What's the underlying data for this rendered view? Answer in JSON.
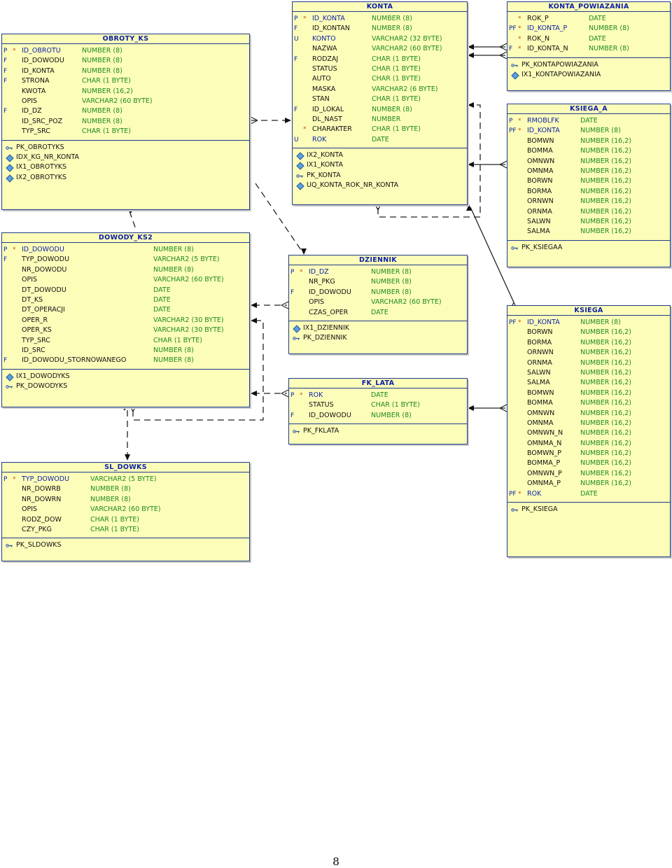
{
  "tables": [
    {
      "id": "obroty_ks",
      "title": "OBROTY_KS",
      "type_col": 114,
      "columns": [
        {
          "key": "P",
          "star": "*",
          "name": "ID_OBROTU",
          "type": "NUMBER (8)"
        },
        {
          "key": "F",
          "star": "",
          "name": "ID_DOWODU",
          "type": "NUMBER (8)"
        },
        {
          "key": "F",
          "star": "",
          "name": "ID_KONTA",
          "type": "NUMBER (8)"
        },
        {
          "key": "F",
          "star": "",
          "name": "STRONA",
          "type": "CHAR (1 BYTE)"
        },
        {
          "key": "",
          "star": "",
          "name": "KWOTA",
          "type": "NUMBER (16,2)"
        },
        {
          "key": "",
          "star": "",
          "name": "OPIS",
          "type": "VARCHAR2 (60 BYTE)"
        },
        {
          "key": "F",
          "star": "",
          "name": "ID_DZ",
          "type": "NUMBER (8)"
        },
        {
          "key": "",
          "star": "",
          "name": "ID_SRC_POZ",
          "type": "NUMBER (8)"
        },
        {
          "key": "",
          "star": "",
          "name": "TYP_SRC",
          "type": "CHAR (1 BYTE)"
        }
      ],
      "indexes": [
        {
          "kind": "key",
          "name": "PK_OBROTYKS"
        },
        {
          "kind": "index",
          "name": "IDX_KG_NR_KONTA"
        },
        {
          "kind": "index",
          "name": "IX1_OBROTYKS"
        },
        {
          "kind": "index",
          "name": "IX2_OBROTYKS"
        }
      ]
    },
    {
      "id": "konta",
      "title": "KONTA",
      "type_col": 113,
      "columns": [
        {
          "key": "P",
          "star": "*",
          "name": "ID_KONTA",
          "type": "NUMBER (8)"
        },
        {
          "key": "F",
          "star": "",
          "name": "ID_KONTAN",
          "type": "NUMBER (8)"
        },
        {
          "key": "U",
          "star": "",
          "name": "KONTO",
          "type": "VARCHAR2 (32 BYTE)"
        },
        {
          "key": "",
          "star": "",
          "name": "NAZWA",
          "type": "VARCHAR2 (60 BYTE)"
        },
        {
          "key": "F",
          "star": "",
          "name": "RODZAJ",
          "type": "CHAR (1 BYTE)"
        },
        {
          "key": "",
          "star": "",
          "name": "STATUS",
          "type": "CHAR (1 BYTE)"
        },
        {
          "key": "",
          "star": "",
          "name": "AUTO",
          "type": "CHAR (1 BYTE)"
        },
        {
          "key": "",
          "star": "",
          "name": "MASKA",
          "type": "VARCHAR2 (6 BYTE)"
        },
        {
          "key": "",
          "star": "",
          "name": "STAN",
          "type": "CHAR (1 BYTE)"
        },
        {
          "key": "F",
          "star": "",
          "name": "ID_LOKAL",
          "type": "NUMBER (8)"
        },
        {
          "key": "",
          "star": "",
          "name": "DL_NAST",
          "type": "NUMBER"
        },
        {
          "key": "",
          "star": "*",
          "name": "CHARAKTER",
          "type": "CHAR (1 BYTE)"
        },
        {
          "key": "U",
          "star": "",
          "name": "ROK",
          "type": "DATE"
        }
      ],
      "indexes": [
        {
          "kind": "index",
          "name": "IX2_KONTA"
        },
        {
          "kind": "index",
          "name": "IX1_KONTA"
        },
        {
          "kind": "key",
          "name": "PK_KONTA"
        },
        {
          "kind": "index",
          "name": "UQ_KONTA_ROK_NR_KONTA"
        }
      ]
    },
    {
      "id": "konta_powiazania",
      "title": "KONTA_POWIAZANIA",
      "type_col": 116,
      "columns": [
        {
          "key": "",
          "star": "*",
          "name": "ROK_P",
          "type": "DATE"
        },
        {
          "key": "PF",
          "star": "*",
          "name": "ID_KONTA_P",
          "type": "NUMBER (8)"
        },
        {
          "key": "",
          "star": "*",
          "name": "ROK_N",
          "type": "DATE"
        },
        {
          "key": "F",
          "star": "*",
          "name": "ID_KONTA_N",
          "type": "NUMBER (8)"
        }
      ],
      "indexes": [
        {
          "kind": "key",
          "name": "PK_KONTAPOWIAZANIA"
        },
        {
          "kind": "index",
          "name": "IX1_KONTAPOWIAZANIA"
        }
      ]
    },
    {
      "id": "ksiega_a",
      "title": "KSIEGA_A",
      "type_col": 104,
      "columns": [
        {
          "key": "P",
          "star": "*",
          "name": "RMOBLFK",
          "type": "DATE"
        },
        {
          "key": "PF",
          "star": "*",
          "name": "ID_KONTA",
          "type": "NUMBER (8)"
        },
        {
          "key": "",
          "star": "",
          "name": "BOMWN",
          "type": "NUMBER (16,2)"
        },
        {
          "key": "",
          "star": "",
          "name": "BOMMA",
          "type": "NUMBER (16,2)"
        },
        {
          "key": "",
          "star": "",
          "name": "OMNWN",
          "type": "NUMBER (16,2)"
        },
        {
          "key": "",
          "star": "",
          "name": "OMNMA",
          "type": "NUMBER (16,2)"
        },
        {
          "key": "",
          "star": "",
          "name": "BORWN",
          "type": "NUMBER (16,2)"
        },
        {
          "key": "",
          "star": "",
          "name": "BORMA",
          "type": "NUMBER (16,2)"
        },
        {
          "key": "",
          "star": "",
          "name": "ORNWN",
          "type": "NUMBER (16,2)"
        },
        {
          "key": "",
          "star": "",
          "name": "ORNMA",
          "type": "NUMBER (16,2)"
        },
        {
          "key": "",
          "star": "",
          "name": "SALWN",
          "type": "NUMBER (16,2)"
        },
        {
          "key": "",
          "star": "",
          "name": "SALMA",
          "type": "NUMBER (16,2)"
        }
      ],
      "indexes": [
        {
          "kind": "key",
          "name": "PK_KSIEGAA"
        }
      ]
    },
    {
      "id": "dowody_ks2",
      "title": "DOWODY_KS2",
      "type_col": 216,
      "columns": [
        {
          "key": "P",
          "star": "*",
          "name": "ID_DOWODU",
          "type": "NUMBER (8)"
        },
        {
          "key": "F",
          "star": "",
          "name": "TYP_DOWODU",
          "type": "VARCHAR2 (5 BYTE)"
        },
        {
          "key": "",
          "star": "",
          "name": "NR_DOWODU",
          "type": "NUMBER (8)"
        },
        {
          "key": "",
          "star": "",
          "name": "OPIS",
          "type": "VARCHAR2 (60 BYTE)"
        },
        {
          "key": "",
          "star": "",
          "name": "DT_DOWODU",
          "type": "DATE"
        },
        {
          "key": "",
          "star": "",
          "name": "DT_KS",
          "type": "DATE"
        },
        {
          "key": "",
          "star": "",
          "name": "DT_OPERACJI",
          "type": "DATE"
        },
        {
          "key": "",
          "star": "",
          "name": "OPER_R",
          "type": "VARCHAR2 (30 BYTE)"
        },
        {
          "key": "",
          "star": "",
          "name": "OPER_KS",
          "type": "VARCHAR2 (30 BYTE)"
        },
        {
          "key": "",
          "star": "",
          "name": "TYP_SRC",
          "type": "CHAR (1 BYTE)"
        },
        {
          "key": "",
          "star": "",
          "name": "ID_SRC",
          "type": "NUMBER (8)"
        },
        {
          "key": "F",
          "star": "",
          "name": "ID_DOWODU_STORNOWANEGO",
          "type": "NUMBER (8)"
        }
      ],
      "indexes": [
        {
          "kind": "index",
          "name": "IX1_DOWODYKS"
        },
        {
          "kind": "key",
          "name": "PK_DOWODYKS"
        }
      ]
    },
    {
      "id": "dziennik",
      "title": "DZIENNIK",
      "type_col": 117,
      "columns": [
        {
          "key": "P",
          "star": "*",
          "name": "ID_DZ",
          "type": "NUMBER (8)"
        },
        {
          "key": "",
          "star": "",
          "name": "NR_PKG",
          "type": "NUMBER (8)"
        },
        {
          "key": "F",
          "star": "",
          "name": "ID_DOWODU",
          "type": "NUMBER (8)"
        },
        {
          "key": "",
          "star": "",
          "name": "OPIS",
          "type": "VARCHAR2 (60 BYTE)"
        },
        {
          "key": "",
          "star": "",
          "name": "CZAS_OPER",
          "type": "DATE"
        }
      ],
      "indexes": [
        {
          "kind": "index",
          "name": "IX1_DZIENNIK"
        },
        {
          "kind": "key",
          "name": "PK_DZIENNIK"
        }
      ]
    },
    {
      "id": "fk_lata",
      "title": "FK_LATA",
      "type_col": 117,
      "columns": [
        {
          "key": "P",
          "star": "*",
          "name": "ROK",
          "type": "DATE"
        },
        {
          "key": "",
          "star": "",
          "name": "STATUS",
          "type": "CHAR (1 BYTE)"
        },
        {
          "key": "F",
          "star": "",
          "name": "ID_DOWODU",
          "type": "NUMBER (8)"
        }
      ],
      "indexes": [
        {
          "kind": "key",
          "name": "PK_FKLATA"
        }
      ]
    },
    {
      "id": "ksiega",
      "title": "KSIEGA",
      "type_col": 104,
      "columns": [
        {
          "key": "PF",
          "star": "*",
          "name": "ID_KONTA",
          "type": "NUMBER (8)"
        },
        {
          "key": "",
          "star": "",
          "name": "BORWN",
          "type": "NUMBER (16,2)"
        },
        {
          "key": "",
          "star": "",
          "name": "BORMA",
          "type": "NUMBER (16,2)"
        },
        {
          "key": "",
          "star": "",
          "name": "ORNWN",
          "type": "NUMBER (16,2)"
        },
        {
          "key": "",
          "star": "",
          "name": "ORNMA",
          "type": "NUMBER (16,2)"
        },
        {
          "key": "",
          "star": "",
          "name": "SALWN",
          "type": "NUMBER (16,2)"
        },
        {
          "key": "",
          "star": "",
          "name": "SALMA",
          "type": "NUMBER (16,2)"
        },
        {
          "key": "",
          "star": "",
          "name": "BOMWN",
          "type": "NUMBER (16,2)"
        },
        {
          "key": "",
          "star": "",
          "name": "BOMMA",
          "type": "NUMBER (16,2)"
        },
        {
          "key": "",
          "star": "",
          "name": "OMNWN",
          "type": "NUMBER (16,2)"
        },
        {
          "key": "",
          "star": "",
          "name": "OMNMA",
          "type": "NUMBER (16,2)"
        },
        {
          "key": "",
          "star": "",
          "name": "OMNWN_N",
          "type": "NUMBER (16,2)"
        },
        {
          "key": "",
          "star": "",
          "name": "OMNMA_N",
          "type": "NUMBER (16,2)"
        },
        {
          "key": "",
          "star": "",
          "name": "BOMWN_P",
          "type": "NUMBER (16,2)"
        },
        {
          "key": "",
          "star": "",
          "name": "BOMMA_P",
          "type": "NUMBER (16,2)"
        },
        {
          "key": "",
          "star": "",
          "name": "OMNWN_P",
          "type": "NUMBER (16,2)"
        },
        {
          "key": "",
          "star": "",
          "name": "OMNMA_P",
          "type": "NUMBER (16,2)"
        },
        {
          "key": "PF",
          "star": "*",
          "name": "ROK",
          "type": "DATE"
        }
      ],
      "indexes": [
        {
          "kind": "key",
          "name": "PK_KSIEGA"
        }
      ]
    },
    {
      "id": "sl_dowks",
      "title": "SL_DOWKS",
      "type_col": 126,
      "columns": [
        {
          "key": "P",
          "star": "*",
          "name": "TYP_DOWODU",
          "type": "VARCHAR2 (5 BYTE)"
        },
        {
          "key": "",
          "star": "",
          "name": "NR_DOWRB",
          "type": "NUMBER (8)"
        },
        {
          "key": "",
          "star": "",
          "name": "NR_DOWRN",
          "type": "NUMBER (8)"
        },
        {
          "key": "",
          "star": "",
          "name": "OPIS",
          "type": "VARCHAR2 (60 BYTE)"
        },
        {
          "key": "",
          "star": "",
          "name": "RODZ_DOW",
          "type": "CHAR (1 BYTE)"
        },
        {
          "key": "",
          "star": "",
          "name": "CZY_PKG",
          "type": "CHAR (1 BYTE)"
        }
      ],
      "indexes": [
        {
          "kind": "key",
          "name": "PK_SLDOWKS"
        }
      ]
    }
  ],
  "colors": {
    "table_bg": "#fdfdba",
    "border": "#1d3b8c",
    "title": "#0a1fa8",
    "datatype": "#1f8a1f",
    "mandatory_star": "#d24a00"
  },
  "page_number": "8"
}
